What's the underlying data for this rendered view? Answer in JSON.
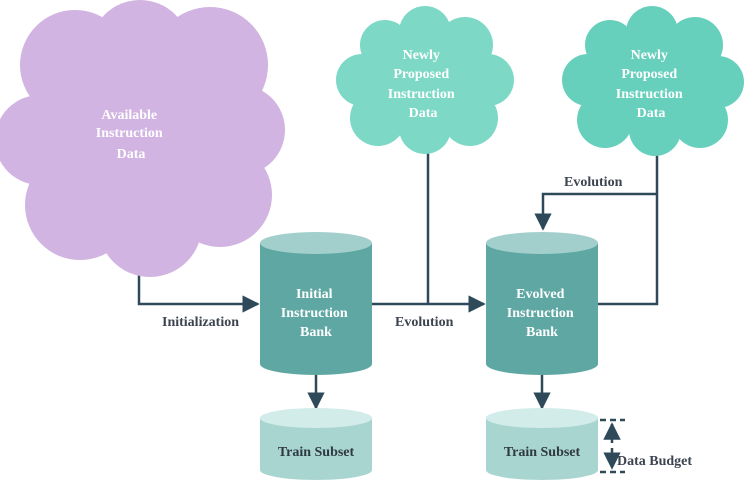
{
  "clouds": {
    "available": {
      "lines": [
        "Available",
        "Instruction",
        "Data"
      ]
    },
    "proposed_1": {
      "lines": [
        "Newly",
        "Proposed",
        "Instruction",
        "Data"
      ]
    },
    "proposed_2": {
      "lines": [
        "Newly",
        "Proposed",
        "Instruction",
        "Data"
      ]
    }
  },
  "banks": {
    "initial": {
      "lines": [
        "Initial",
        "Instruction",
        "Bank"
      ]
    },
    "evolved": {
      "lines": [
        "Evolved",
        "Instruction",
        "Bank"
      ]
    }
  },
  "subsets": {
    "initial_train": {
      "label": "Train Subset"
    },
    "evolved_train": {
      "label": "Train Subset"
    }
  },
  "edge_labels": {
    "initialization": "Initialization",
    "evolution_middle": "Evolution",
    "evolution_top": "Evolution",
    "data_budget": "Data Budget"
  },
  "colors": {
    "cloud_purple": "#d1b4e1",
    "cloud_teal_light": "#7dd9c6",
    "cloud_teal": "#67d0bd",
    "bank_body": "#5ea7a3",
    "bank_top": "#a2cfcb",
    "subset_body": "#a9d5d1",
    "subset_top": "#d1ece9",
    "arrow": "#2e4a5a"
  }
}
